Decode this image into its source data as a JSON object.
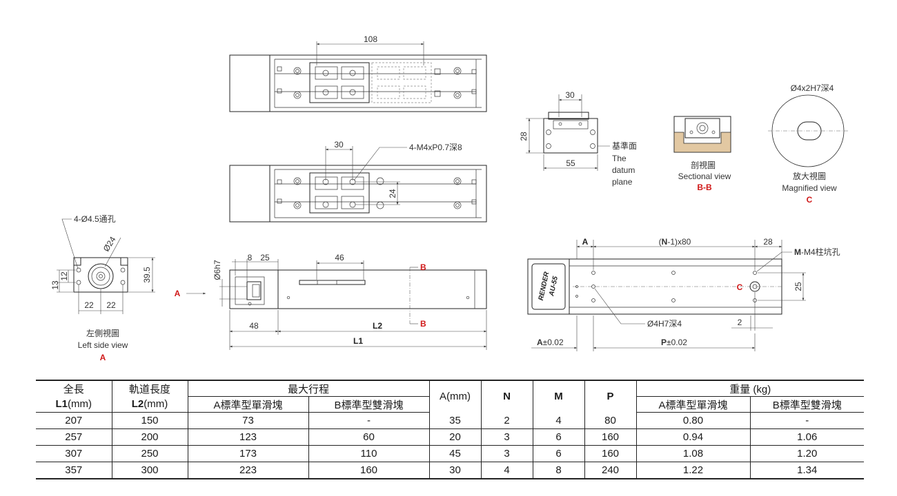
{
  "colors": {
    "accent_red": "#d01818",
    "line": "#222222",
    "block_fill": "#e8e8e8"
  },
  "top_view": {
    "dim_108": "108"
  },
  "mid_view": {
    "dim_30": "30",
    "thread_note": "4-M4xP0.7深8",
    "dim_24": "24"
  },
  "left_view": {
    "hole_note": "4-Ø4.5通孔",
    "dim_24": "Ø24",
    "dim_395": "39.5",
    "dim_13": "13",
    "dim_12": "12",
    "dim_22a": "22",
    "dim_22b": "22",
    "caption_zh": "左側視圖",
    "caption_en": "Left side view",
    "caption_letter": "A"
  },
  "side_view": {
    "arrow_a": "A",
    "dim_6h7": "Ø6h7",
    "dim_8": "8",
    "dim_25": "25",
    "dim_46": "46",
    "dim_48": "48",
    "dim_l2": "L2",
    "dim_l1": "L1",
    "section_b_top": "B",
    "section_b_bottom": "B"
  },
  "end_view": {
    "dim_30": "30",
    "dim_28": "28",
    "dim_55": "55",
    "datum_zh": "基準面",
    "datum_en1": "The",
    "datum_en2": "datum",
    "datum_en3": "plane"
  },
  "sectional_view": {
    "caption_zh": "剖視圖",
    "caption_en": "Sectional view",
    "caption_letter": "B-B"
  },
  "magnified_view": {
    "hole_note": "Ø4x2H7深4",
    "caption_zh": "放大視圖",
    "caption_en": "Magnified view",
    "caption_letter": "C"
  },
  "bottom_view": {
    "dim_a": "A",
    "dim_pitch_n": "N",
    "dim_pitch_pre": "(",
    "dim_pitch_post": "-1)x80",
    "dim_28": "28",
    "m_label": "M",
    "m_note": "-M4柱坑孔",
    "dim_25": "25",
    "label_c": "C",
    "hole_note": "Ø4H7深4",
    "dim_2": "2",
    "dim_a_tol_letter": "A",
    "dim_a_tol": "±0.02",
    "dim_p_letter": "P",
    "dim_p_tol": "±0.02",
    "logo_line1": "RENDER",
    "logo_line2": "AU-55"
  },
  "table": {
    "h_total_zh": "全長",
    "h_total_code": "L1",
    "h_total_unit": "(mm)",
    "h_rail_zh": "軌道長度",
    "h_rail_code": "L2",
    "h_rail_unit": "(mm)",
    "h_stroke": "最大行程",
    "h_stroke_a": "A標準型單滑塊",
    "h_stroke_b": "B標準型雙滑塊",
    "h_a_code": "A",
    "h_a_unit": "(mm)",
    "h_n": "N",
    "h_m": "M",
    "h_p": "P",
    "h_weight": "重量 (kg)",
    "h_weight_a": "A標準型單滑塊",
    "h_weight_b": "B標準型雙滑塊",
    "rows": [
      {
        "l1": "207",
        "l2": "150",
        "sa": "73",
        "sb": "-",
        "a": "35",
        "n": "2",
        "m": "4",
        "p": "80",
        "wa": "0.80",
        "wb": "-"
      },
      {
        "l1": "257",
        "l2": "200",
        "sa": "123",
        "sb": "60",
        "a": "20",
        "n": "3",
        "m": "6",
        "p": "160",
        "wa": "0.94",
        "wb": "1.06"
      },
      {
        "l1": "307",
        "l2": "250",
        "sa": "173",
        "sb": "110",
        "a": "45",
        "n": "3",
        "m": "6",
        "p": "160",
        "wa": "1.08",
        "wb": "1.20"
      },
      {
        "l1": "357",
        "l2": "300",
        "sa": "223",
        "sb": "160",
        "a": "30",
        "n": "4",
        "m": "8",
        "p": "240",
        "wa": "1.22",
        "wb": "1.34"
      }
    ]
  }
}
